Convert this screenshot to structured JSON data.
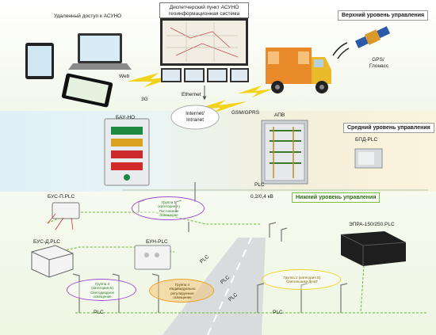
{
  "labels": {
    "remote_access": "Удаленный доступ к АСУНО",
    "dispatch_line1": "Диспетчерский пункт АСУНО",
    "dispatch_line2": "геоинформационная система",
    "top_level": "Верхний уровень управления",
    "gps": "GPS/",
    "glonass": "Глонасс",
    "web": "Web",
    "three_g": "3G",
    "ethernet": "Ethernet",
    "internet": "Internet/",
    "intranet": "Intranet",
    "gsm_gprs": "GSM/GPRS",
    "bau_no": "БАУ-НО",
    "apv": "АПВ",
    "mid_level": "Средний уровень управления",
    "bpd_plc": "БПД-PLC",
    "plc_main": "PLC",
    "voltage": "0,2/0,4 кВ",
    "low_level": "Нижний уровень управления",
    "bus_p_plc": "БУС-П.PLC",
    "bus_d_plc": "БУС-Д.PLC",
    "bun_plc": "БУН-PLC",
    "epra": "ЭПРА-150/250.PLC",
    "plc_bottom_left": "PLC",
    "plc_bottom_right": "PLC",
    "plc_road_1": "PLC",
    "plc_road_2": "PLC",
    "plc_road_3": "PLC"
  },
  "groups": {
    "g1": {
      "line1": "Группа 1",
      "line2": "(категория А)",
      "line3": "Постоянное",
      "line4": "освещение"
    },
    "g3": {
      "line1": "Группа 3",
      "line2": "(категория Б)",
      "line3": "Светодиодное",
      "line4": "освещение"
    },
    "g4": {
      "line1": "Группа 4",
      "line2": "Индивидуально",
      "line3": "регулируемое",
      "line4": "освещение"
    },
    "g2": {
      "line1": "Группа 2 (категория Б)",
      "line2": "Светильники ДНаТ"
    }
  },
  "colors": {
    "green_line": "#6fb832",
    "orange_line": "#f0a02a",
    "purple_line": "#a24ad6",
    "yellow_bolt": "#f2d31a",
    "cabinet_gray": "#cfd3d6",
    "truck_orange": "#e8892a"
  }
}
